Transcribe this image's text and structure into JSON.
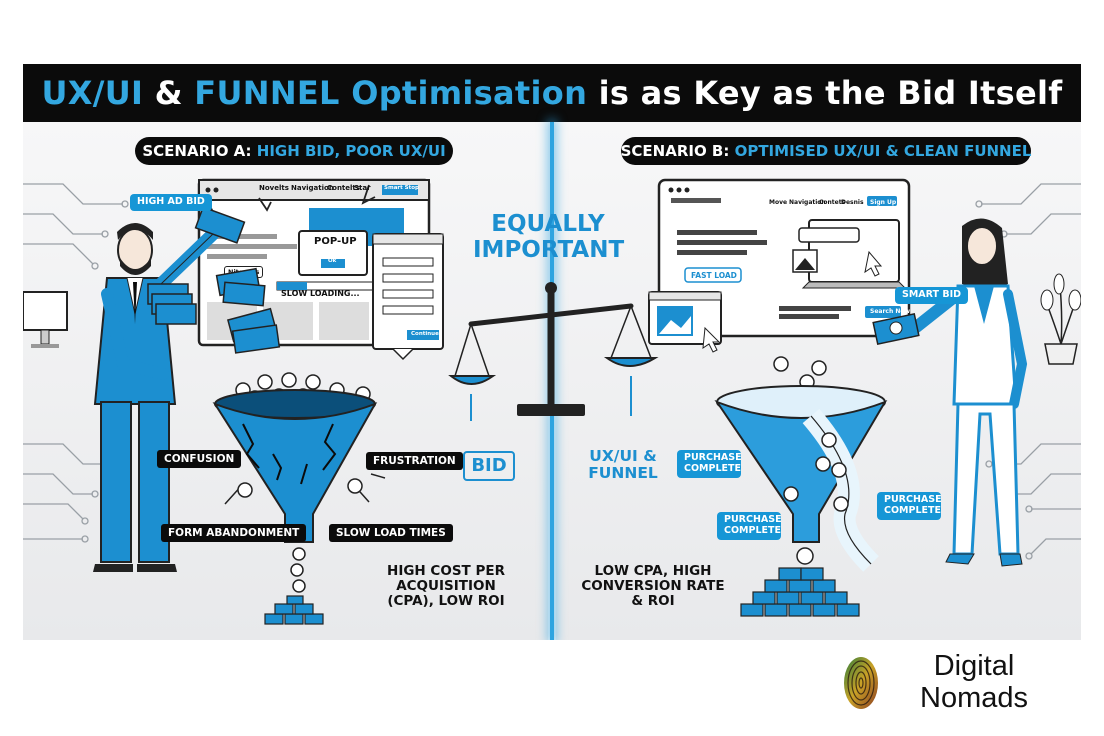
{
  "title": {
    "part1": "UX/UI",
    "part2": " & ",
    "part3": "FUNNEL Optimisation",
    "part4": " is as Key as the Bid Itself"
  },
  "scenario_a": {
    "label_prefix": "SCENARIO A: ",
    "label_highlight": "HIGH BID, POOR UX/UI",
    "callout_bid": "HIGH AD BID",
    "browser_tabs": [
      "Novelts",
      "Navigation",
      "Contelts",
      "Star"
    ],
    "browser_button": "Smart Stop",
    "popup_title": "POP-UP",
    "popup_button": "Ok",
    "popup_mini": "Nitoptos",
    "loading_text": "SLOW LOADING...",
    "form_button": "Continue",
    "pain_points": [
      "CONFUSION",
      "FRUSTRATION",
      "FORM ABANDONMENT",
      "SLOW LOAD TIMES"
    ],
    "result": "HIGH COST PER ACQUISITION (CPA), LOW ROI"
  },
  "center": {
    "headline": "EQUALLY IMPORTANT",
    "left_pan": "BID",
    "right_pan": "UX/UI & FUNNEL"
  },
  "scenario_b": {
    "label_prefix": "SCENARIO B: ",
    "label_highlight": "OPTIMISED UX/UI & CLEAN FUNNEL",
    "browser_tabs": [
      "Move",
      "Navigation",
      "Contets",
      "Desnis"
    ],
    "browser_button": "Sign Up",
    "fast_load": "FAST LOAD",
    "search_button": "Search Now",
    "callout_bid": "SMART BID",
    "purchase_labels": [
      "PURCHASE COMPLETE",
      "PURCHASE COMPLETE",
      "PURCHASE COMPLETE"
    ],
    "result": "LOW CPA, HIGH CONVERSION RATE & ROI"
  },
  "brand": {
    "line1": "Digital",
    "line2": "Nomads"
  },
  "colors": {
    "accent": "#1c8fd0",
    "dark": "#0b0b0b",
    "background": "#f3f4f6"
  }
}
